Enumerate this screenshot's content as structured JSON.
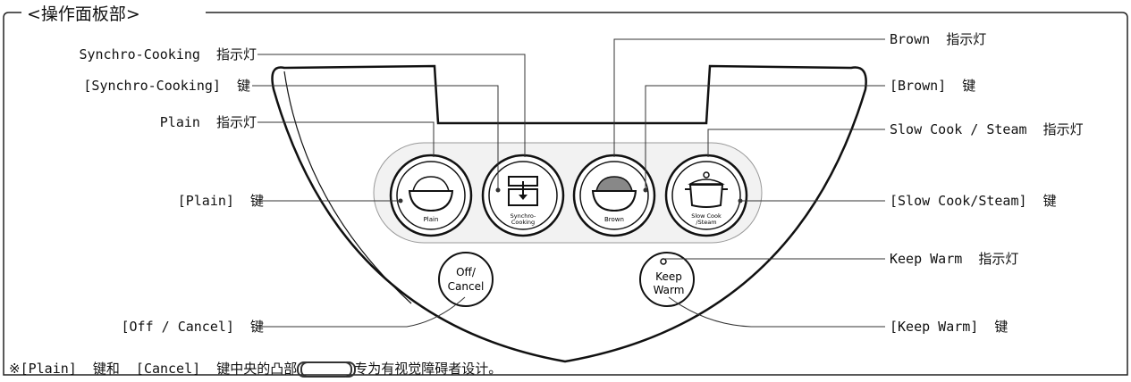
{
  "title": "<操作面板部>",
  "labels": {
    "synchro_indicator": "Synchro-Cooking  指示灯",
    "synchro_key": "[Synchro-Cooking]  键",
    "plain_indicator": "Plain  指示灯",
    "plain_key": "[Plain]  键",
    "off_cancel_key": "[Off / Cancel]  键",
    "brown_indicator": "Brown  指示灯",
    "brown_key": "[Brown]  键",
    "slow_indicator": "Slow Cook / Steam  指示灯",
    "slow_key": "[Slow Cook/Steam]  键",
    "keep_warm_indicator": "Keep Warm  指示灯",
    "keep_warm_key": "[Keep Warm]  键"
  },
  "buttons": {
    "plain": "Plain",
    "synchro_line1": "Synchro-",
    "synchro_line2": "Cooking",
    "brown": "Brown",
    "slow_line1": "Slow Cook",
    "slow_line2": "/Steam",
    "off_line1": "Off/",
    "off_line2": "Cancel",
    "keep_line1": "Keep",
    "keep_line2": "Warm"
  },
  "note": {
    "prefix": "※[Plain]  键和  [Cancel]  键中央的凸部",
    "suffix": "专为有视觉障碍者设计。"
  }
}
